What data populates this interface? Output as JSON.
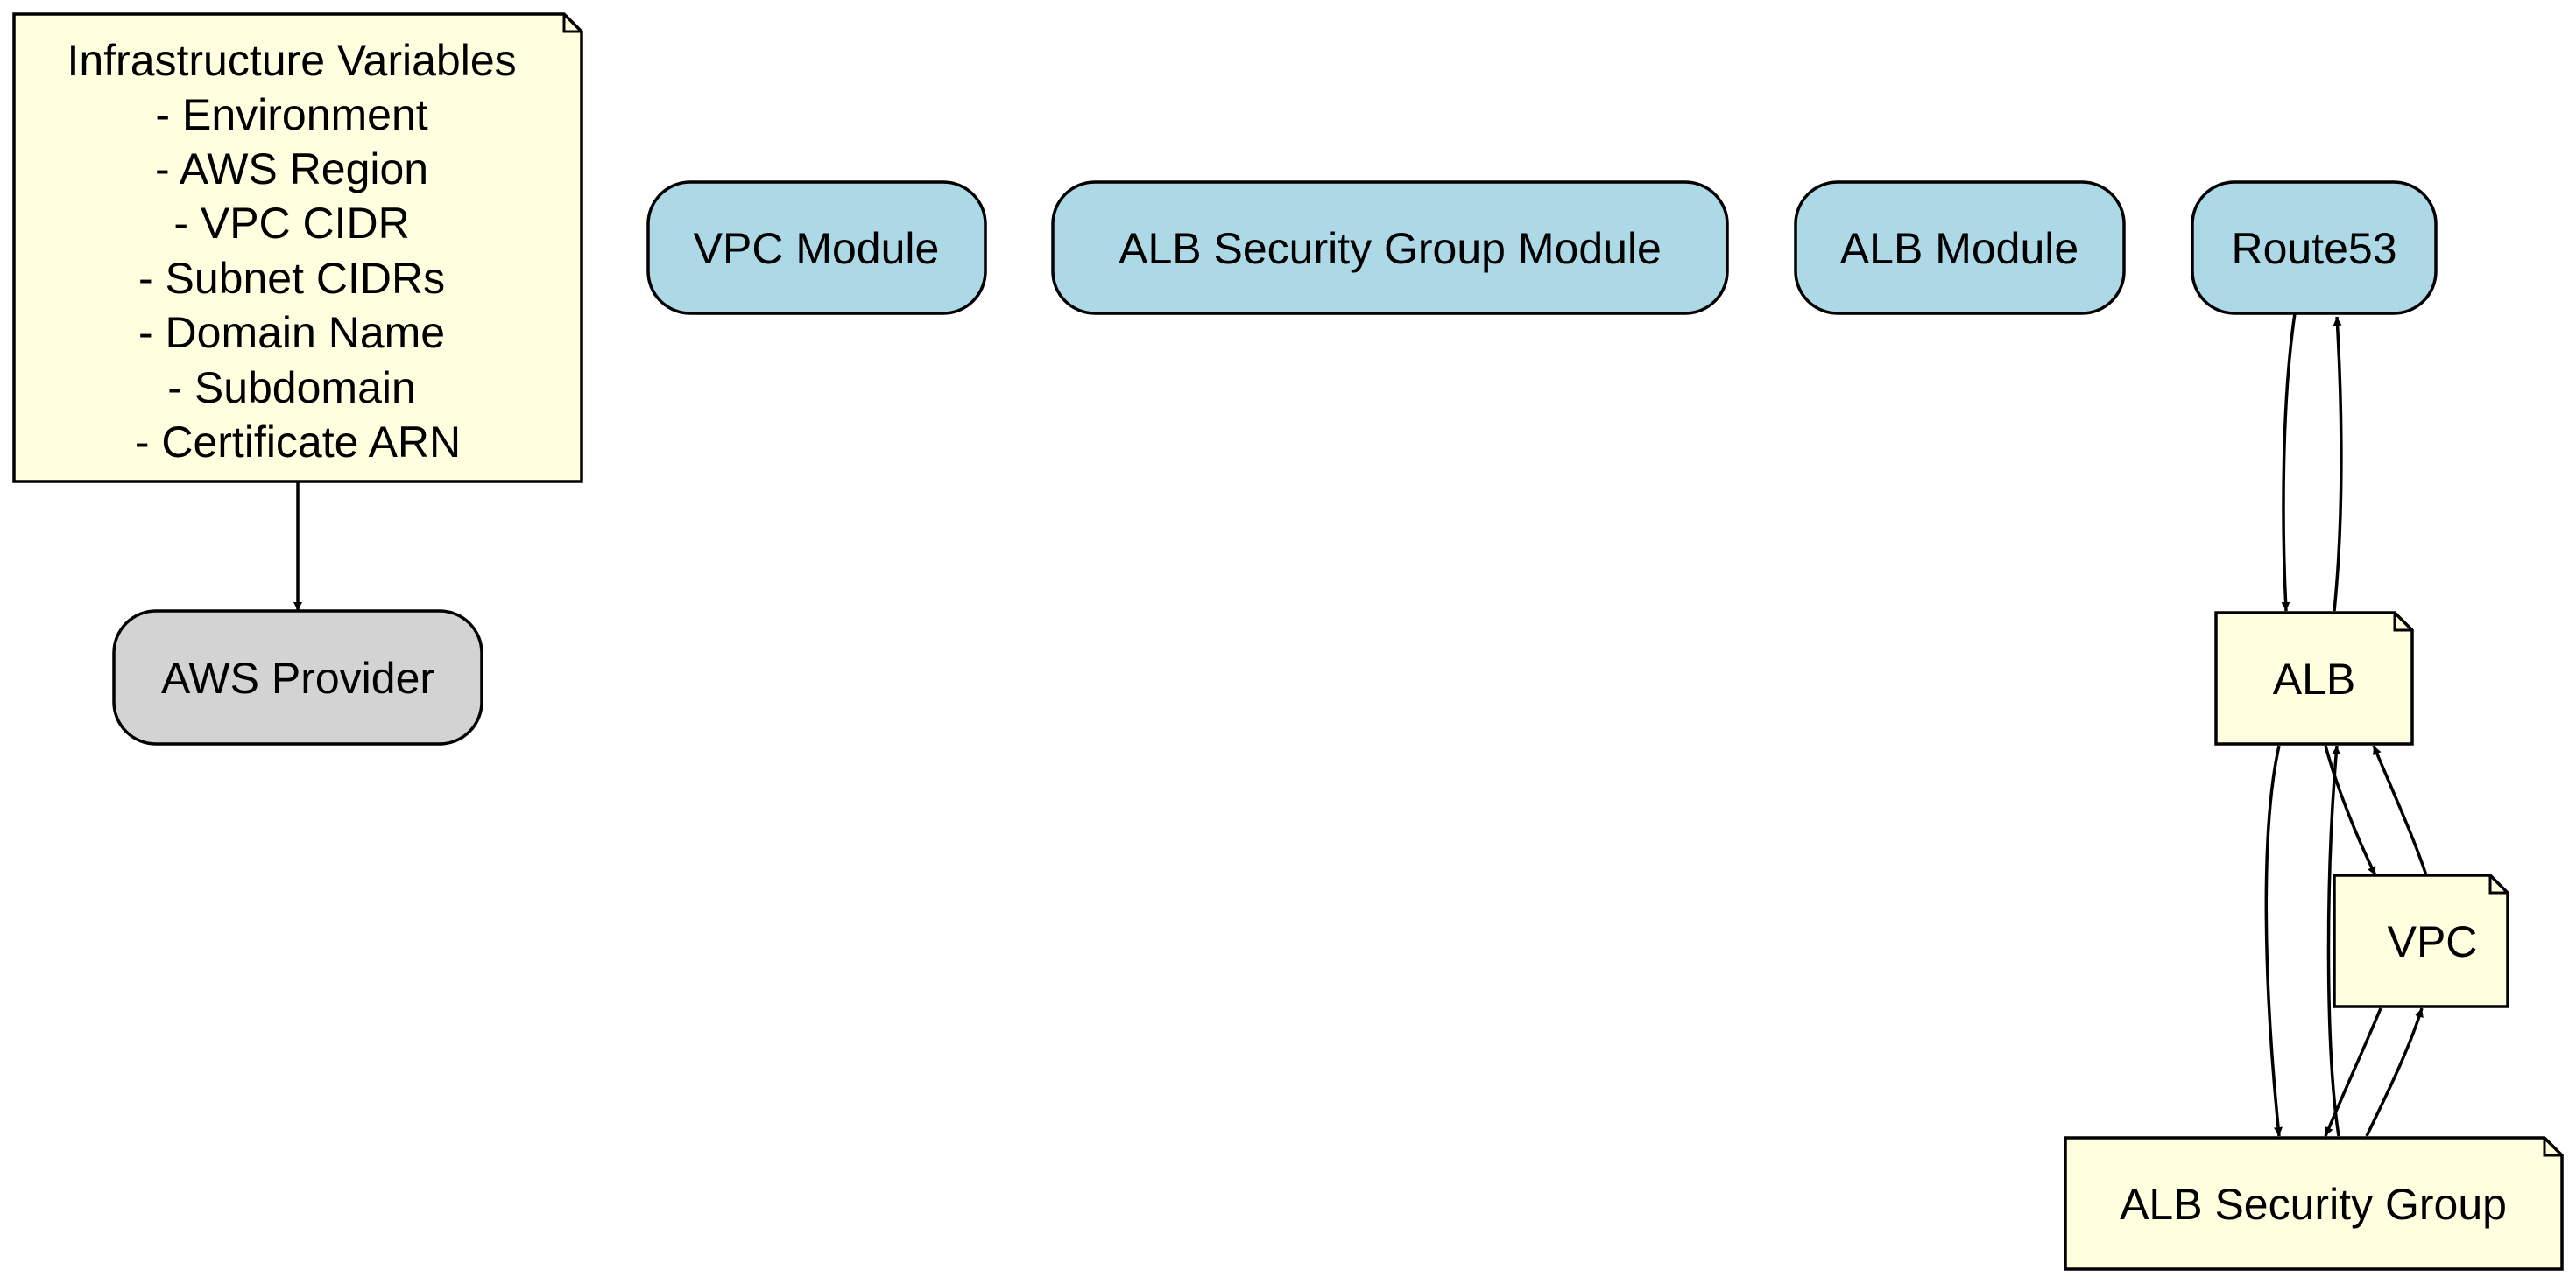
{
  "diagram": {
    "colors": {
      "note_fill": "#ffffe0",
      "module_fill": "#add8e6",
      "provider_fill": "#d3d3d3",
      "stroke": "#000000"
    },
    "nodes": {
      "variables": {
        "shape": "note",
        "lines": [
          "Infrastructure Variables",
          "- Environment",
          "- AWS Region",
          "- VPC CIDR",
          "- Subnet CIDRs",
          "- Domain Name",
          "- Subdomain",
          "- Certificate ARN"
        ]
      },
      "aws_provider": {
        "shape": "rounded-box",
        "label": "AWS Provider"
      },
      "vpc_module": {
        "shape": "rounded-box",
        "label": "VPC Module"
      },
      "alb_sg_module": {
        "shape": "rounded-box",
        "label": "ALB Security Group Module"
      },
      "alb_module": {
        "shape": "rounded-box",
        "label": "ALB Module"
      },
      "route53": {
        "shape": "rounded-box",
        "label": "Route53"
      },
      "alb": {
        "shape": "note",
        "label": "ALB"
      },
      "vpc": {
        "shape": "note",
        "label": "VPC"
      },
      "alb_sg": {
        "shape": "note",
        "label": "ALB Security Group"
      }
    },
    "edges": [
      {
        "from": "variables",
        "to": "aws_provider"
      },
      {
        "from": "route53",
        "to": "alb"
      },
      {
        "from": "alb",
        "to": "route53"
      },
      {
        "from": "alb",
        "to": "alb_sg"
      },
      {
        "from": "alb_sg",
        "to": "alb"
      },
      {
        "from": "alb",
        "to": "vpc"
      },
      {
        "from": "vpc",
        "to": "alb"
      },
      {
        "from": "vpc",
        "to": "alb_sg"
      },
      {
        "from": "alb_sg",
        "to": "vpc"
      }
    ]
  }
}
